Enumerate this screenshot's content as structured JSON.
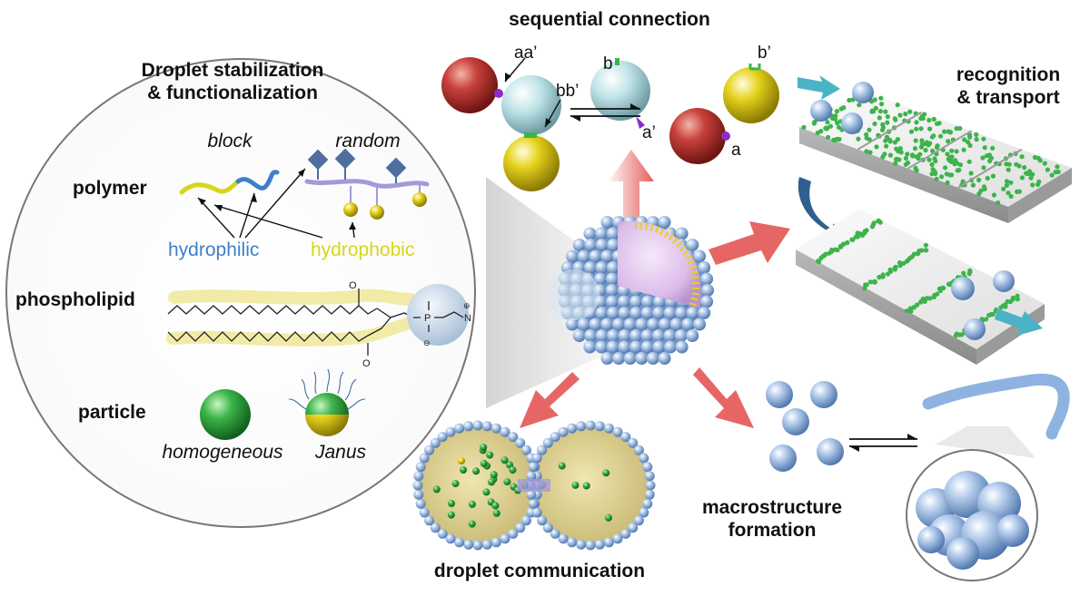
{
  "stabilization": {
    "title_line1": "Droplet stabilization",
    "title_line2": "& functionalization",
    "block_label": "block",
    "random_label": "random",
    "polymer_label": "polymer",
    "hydrophilic_label": "hydrophilic",
    "hydrophobic_label": "hydrophobic",
    "phospholipid_label": "phospholipid",
    "particle_label": "particle",
    "homogeneous_label": "homogeneous",
    "janus_label": "Janus",
    "charge_plus": "⊕",
    "charge_minus": "⊖",
    "atom_p": "P",
    "atom_n": "N",
    "atom_o": "O",
    "colors": {
      "hydrophilic": "#3f7fc8",
      "hydrophobic": "#d8d51a",
      "lipid_tail": "#f2eba8",
      "headgroup": "#c9d9ea"
    }
  },
  "sequential": {
    "title": "sequential connection",
    "label_aa": "aa’",
    "label_bb": "bb’",
    "label_b": "b",
    "label_b_prime": "b’",
    "label_a_prime": "a’",
    "label_a": "a",
    "colors": {
      "red_droplet": "#c8403c",
      "cyan_droplet": "#bfe4e8",
      "yellow_droplet": "#e6d21c",
      "linker_a": "#8e2bc9",
      "linker_b": "#3bb54a"
    }
  },
  "recognition": {
    "title_line1": "recognition",
    "title_line2": "& transport",
    "colors": {
      "arrow": "#4ab4c6",
      "dots": "#3cb44b"
    }
  },
  "communication": {
    "title": "droplet communication"
  },
  "macrostructure": {
    "title_line1": "macrostructure",
    "title_line2": "formation"
  },
  "center": {
    "colors": {
      "shell": "#8fb3e0",
      "core": "#e3c6ef",
      "arrows": "#e04040"
    }
  }
}
